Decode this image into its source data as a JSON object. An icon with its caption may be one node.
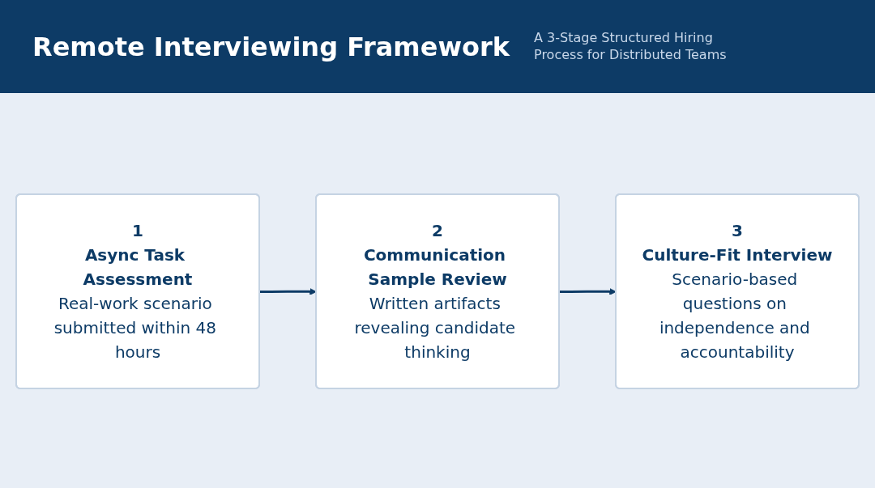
{
  "diagram": {
    "title": "Remote Interviewing Framework",
    "nodes": [
      {
        "text": [
          "1",
          "Async Task Assessment",
          "Real-work scenario submitted within 48 hours"
        ]
      },
      {
        "text": [
          "2",
          "Communication Sample Review",
          "Written artifacts revealing candidate thinking"
        ]
      },
      {
        "text": [
          "3",
          "Culture-Fit Interview",
          "Scenario-based questions on independence and accountability"
        ]
      }
    ],
    "edges": [
      {
        "from": 0,
        "to": 1,
        "arrow": "to"
      },
      {
        "from": 1,
        "to": 2,
        "arrow": "to"
      }
    ],
    "labels": [
      "A 3-Stage Structured Hiring Process for Distributed Teams"
    ]
  }
}
